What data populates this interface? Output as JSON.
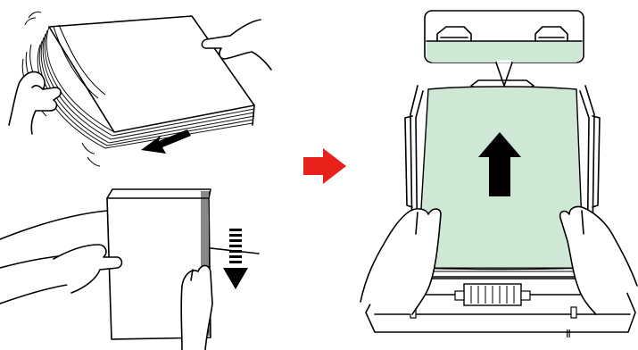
{
  "colors": {
    "background": "#ffffff",
    "line": "#000000",
    "arrow_next": "#e8221b",
    "paper_fill": "#cfe8d6",
    "callout_fill": "#cfe8d6"
  },
  "steps": [
    {
      "id": "fan-paper",
      "icons": [
        "hands-icon",
        "paper-stack-icon",
        "arrow-left-down-icon"
      ]
    },
    {
      "id": "align-edges",
      "icons": [
        "hands-icon",
        "paper-stack-icon",
        "arrow-down-striped-icon"
      ]
    },
    {
      "id": "load-tray",
      "icons": [
        "hands-icon",
        "paper-tray-icon",
        "arrow-up-icon",
        "guide-callout-icon"
      ]
    }
  ],
  "tray": {
    "level_mark": "Ⅱ"
  }
}
